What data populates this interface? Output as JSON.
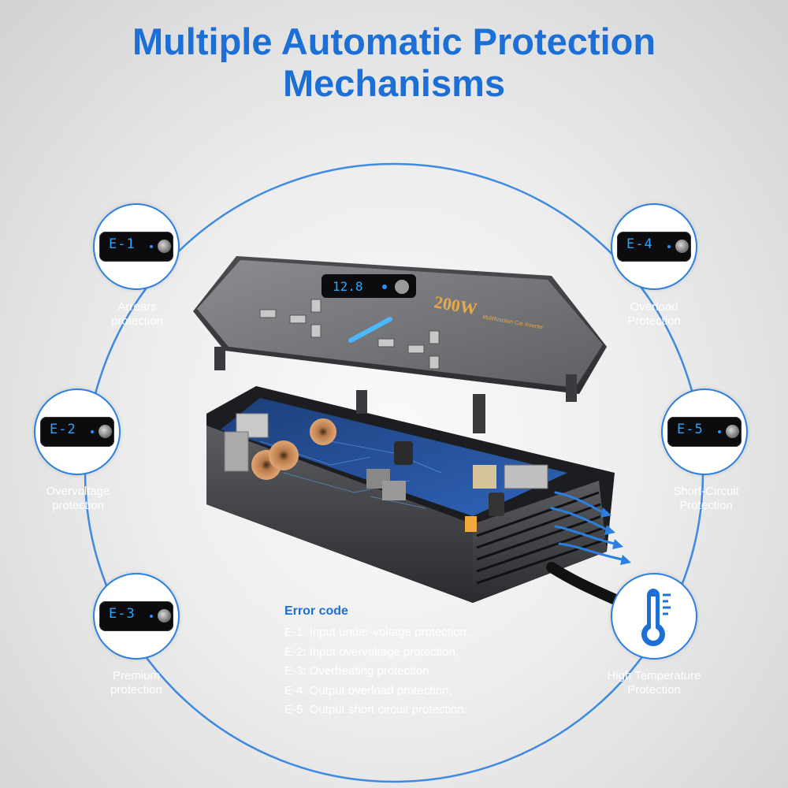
{
  "title": {
    "line1": "Multiple Automatic Protection",
    "line2": "Mechanisms"
  },
  "colors": {
    "accent": "#1b6fd6",
    "ring": "#2b7fe0",
    "display_text": "#2aa4ff",
    "body_text": "#ffffff"
  },
  "protections": [
    {
      "code": "E-1",
      "label_line1": "Arrears",
      "label_line2": "protection"
    },
    {
      "code": "E-2",
      "label_line1": "Overvoltage",
      "label_line2": "protection"
    },
    {
      "code": "E-3",
      "label_line1": "Premium",
      "label_line2": "protection"
    },
    {
      "code": "E-4",
      "label_line1": "Overload",
      "label_line2": "Protection"
    },
    {
      "code": "E-5",
      "label_line1": "Short-Circuit",
      "label_line2": "Protection"
    }
  ],
  "high_temp": {
    "icon": "thermometer-icon",
    "label_line1": "High Temperature",
    "label_line2": "Protection"
  },
  "device": {
    "display_value": "12.8",
    "wattage": "200W",
    "subtitle": "Multifunction Car Inverter"
  },
  "error_code": {
    "title": "Error code",
    "lines": [
      "E-1: Input under-voltage protection,",
      "E-2: Input overvoltage protection,",
      "E-3: Overheating protection,",
      "E-4: Output overload protection,",
      "E-5: Output short circuit protection."
    ]
  }
}
